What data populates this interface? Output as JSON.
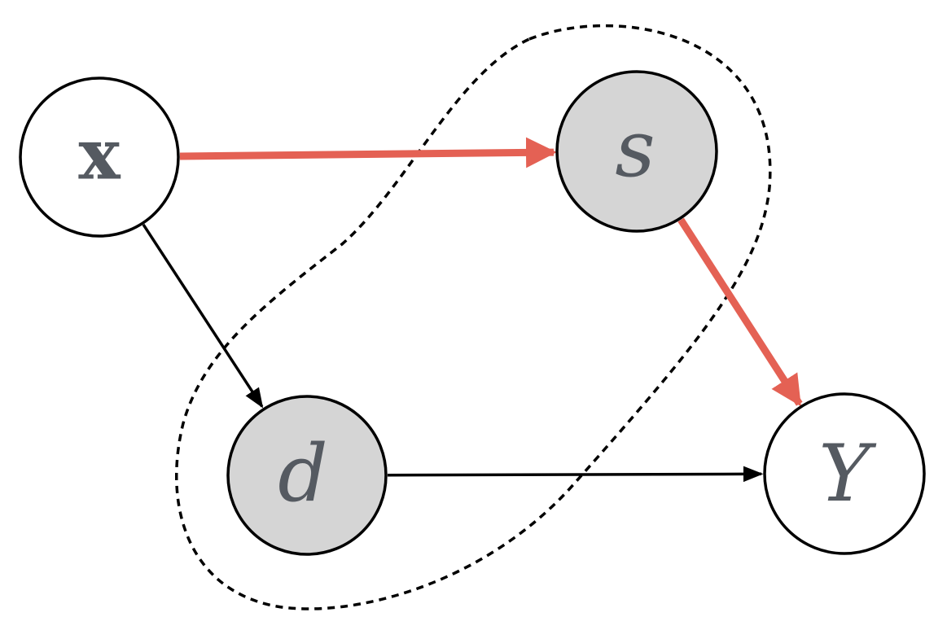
{
  "colors": {
    "highlight_edge": "#e46154",
    "plain_edge": "#000000",
    "observed_fill": "#d5d5d5",
    "latent_fill": "#ffffff",
    "label": "#555a61",
    "group_outline": "#000000"
  },
  "nodes": [
    {
      "id": "x",
      "label": "x",
      "observed": false,
      "style": "bold"
    },
    {
      "id": "s",
      "label": "s",
      "observed": true,
      "style": "italic"
    },
    {
      "id": "d",
      "label": "d",
      "observed": true,
      "style": "italic"
    },
    {
      "id": "y",
      "label": "Y",
      "observed": false,
      "style": "italic"
    }
  ],
  "edges": [
    {
      "from": "x",
      "to": "s",
      "highlighted": true
    },
    {
      "from": "s",
      "to": "y",
      "highlighted": true
    },
    {
      "from": "x",
      "to": "d",
      "highlighted": false
    },
    {
      "from": "d",
      "to": "y",
      "highlighted": false
    }
  ],
  "group": {
    "members": [
      "s",
      "d"
    ],
    "outline": "dashed"
  }
}
